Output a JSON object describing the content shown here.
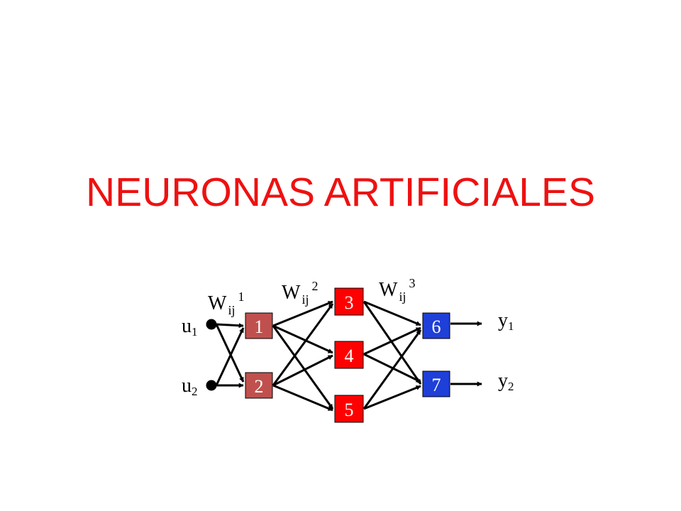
{
  "slide": {
    "title": "NEURONAS ARTIFICIALES"
  },
  "inputs": [
    {
      "id": "u1",
      "base": "u",
      "sub": "1"
    },
    {
      "id": "u2",
      "base": "u",
      "sub": "2"
    }
  ],
  "outputs": [
    {
      "id": "y1",
      "base": "y",
      "sub": "1"
    },
    {
      "id": "y2",
      "base": "y",
      "sub": "2"
    }
  ],
  "weights": [
    {
      "id": "w1",
      "base": "W",
      "sub": "ij",
      "sup": "1"
    },
    {
      "id": "w2",
      "base": "W",
      "sub": "ij",
      "sup": "2"
    },
    {
      "id": "w3",
      "base": "W",
      "sub": "ij",
      "sup": "3"
    }
  ],
  "neurons": [
    {
      "id": "n1",
      "label": "1",
      "layer": 1,
      "color": "#c0504d"
    },
    {
      "id": "n2",
      "label": "2",
      "layer": 1,
      "color": "#c0504d"
    },
    {
      "id": "n3",
      "label": "3",
      "layer": 2,
      "color": "#ff0000"
    },
    {
      "id": "n4",
      "label": "4",
      "layer": 2,
      "color": "#ff0000"
    },
    {
      "id": "n5",
      "label": "5",
      "layer": 2,
      "color": "#ff0000"
    },
    {
      "id": "n6",
      "label": "6",
      "layer": 3,
      "color": "#1f3fd9"
    },
    {
      "id": "n7",
      "label": "7",
      "layer": 3,
      "color": "#1f3fd9"
    }
  ],
  "colors": {
    "title": "#ee1111",
    "node_text": "#ffffff",
    "edge": "#000000"
  }
}
